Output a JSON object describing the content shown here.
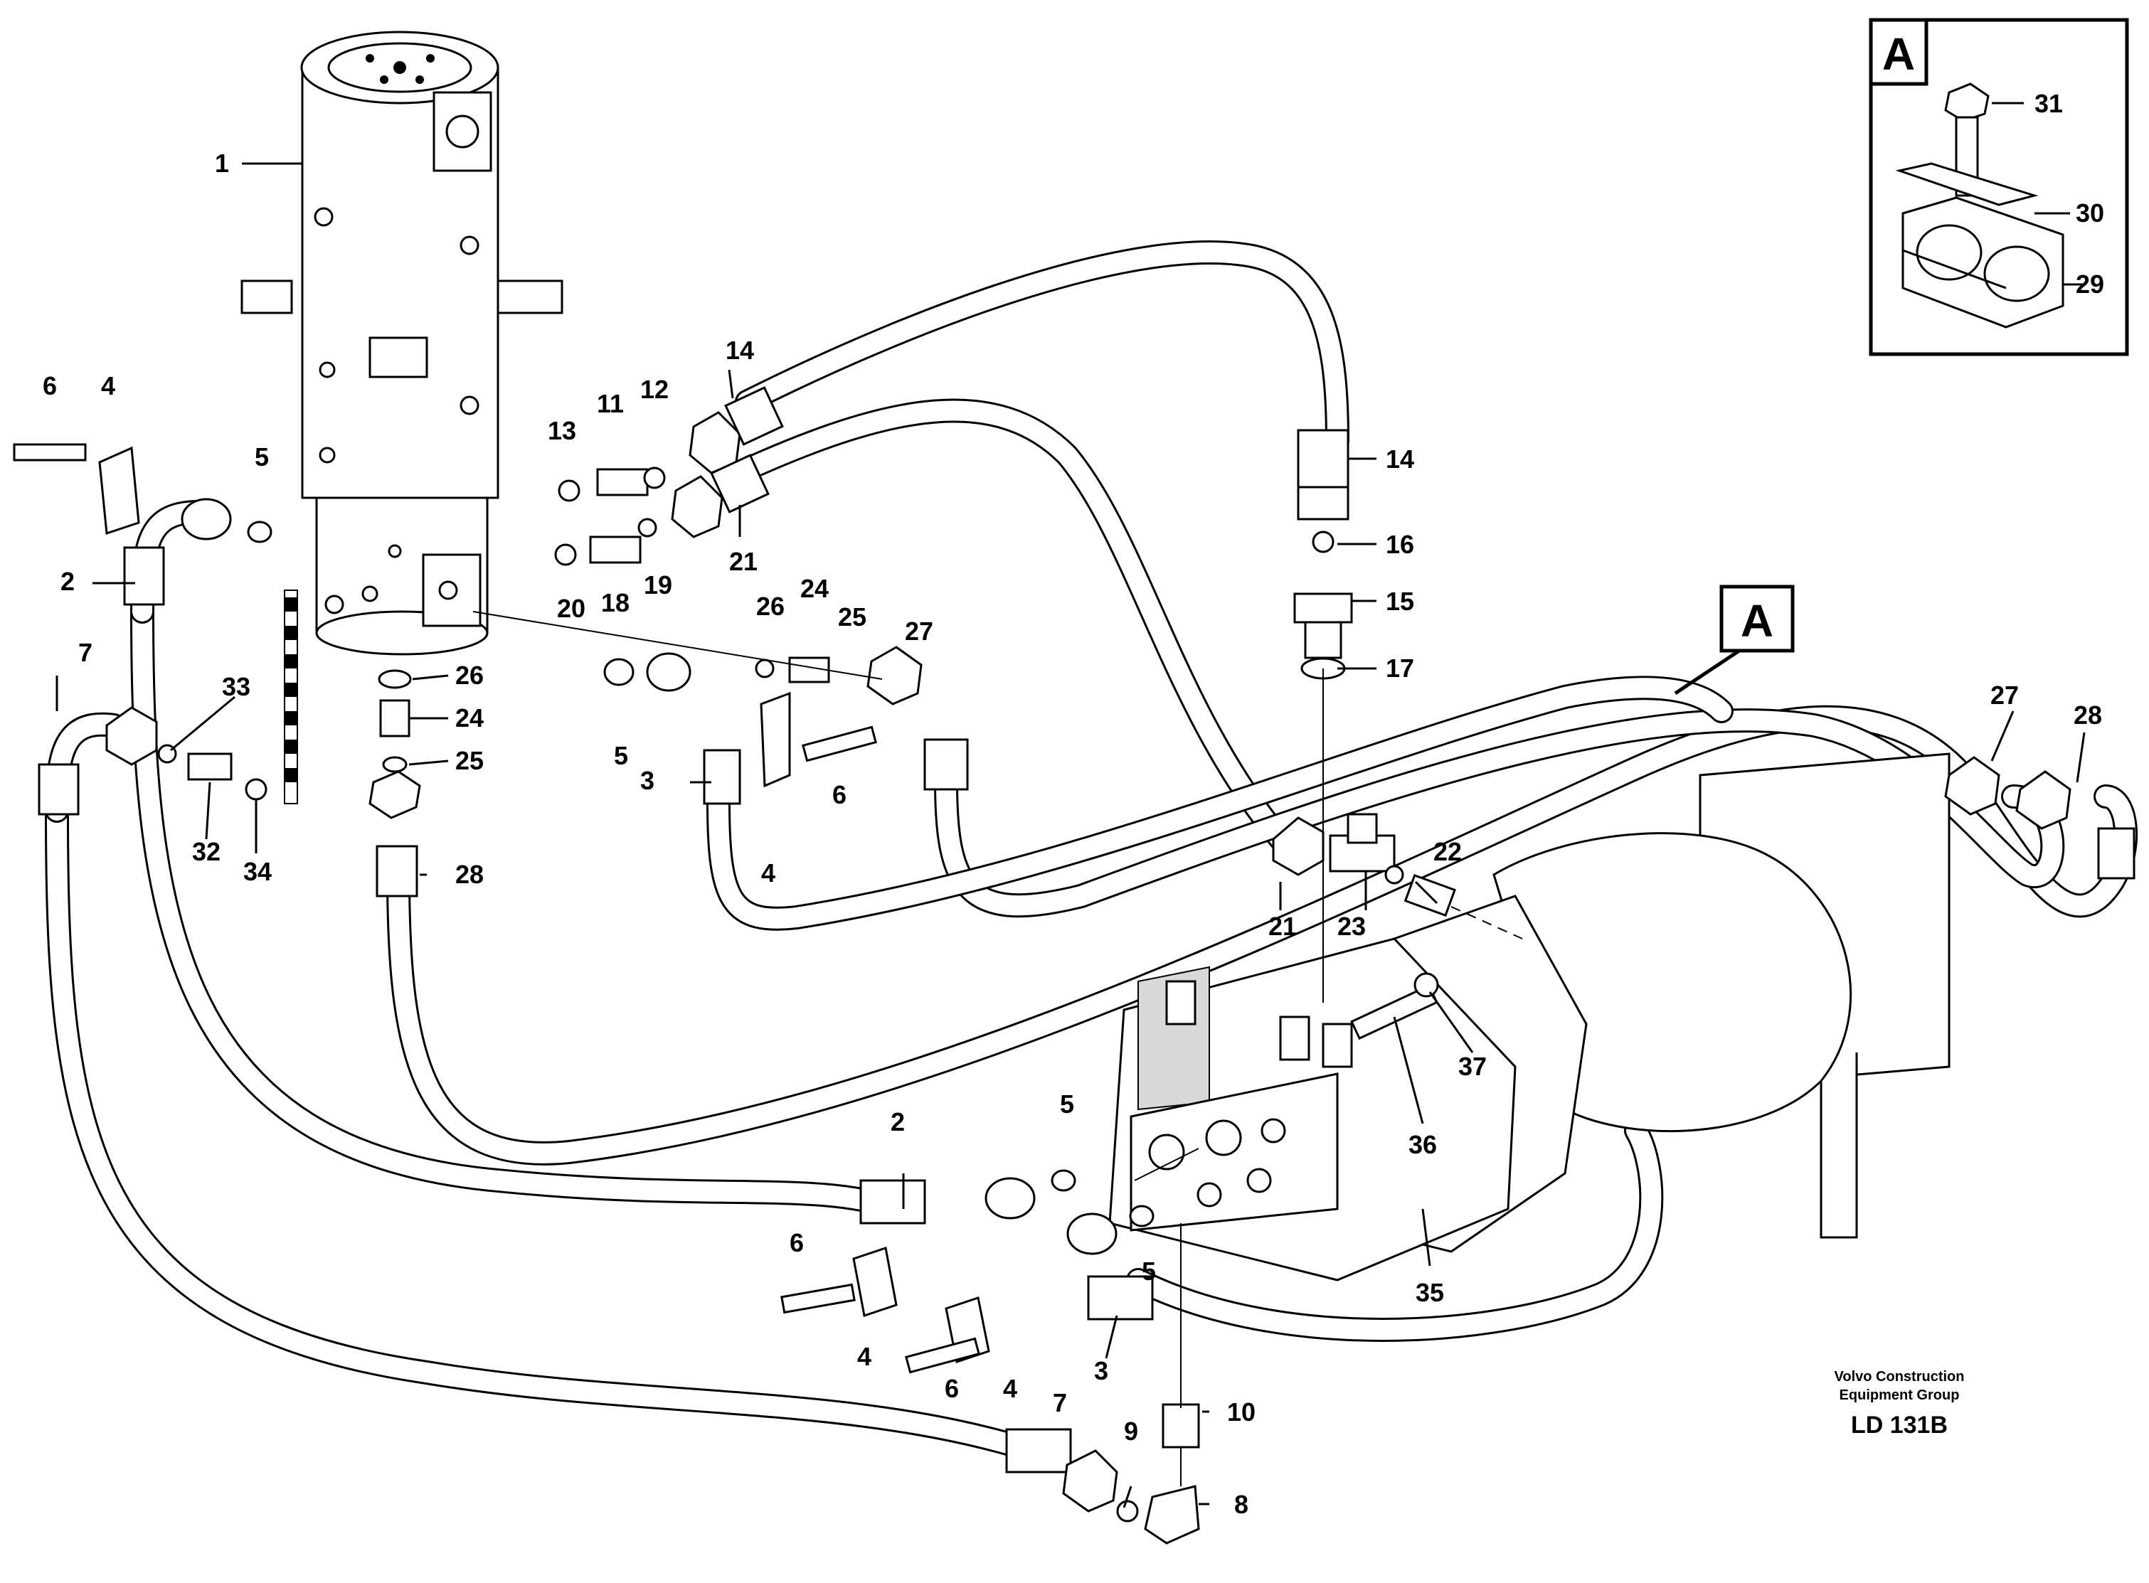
{
  "callouts": [
    {
      "label": "1"
    },
    {
      "label": "2"
    },
    {
      "label": "3"
    },
    {
      "label": "4"
    },
    {
      "label": "5"
    },
    {
      "label": "6"
    },
    {
      "label": "7"
    },
    {
      "label": "8"
    },
    {
      "label": "9"
    },
    {
      "label": "10"
    },
    {
      "label": "11"
    },
    {
      "label": "12"
    },
    {
      "label": "13"
    },
    {
      "label": "14"
    },
    {
      "label": "15"
    },
    {
      "label": "16"
    },
    {
      "label": "17"
    },
    {
      "label": "18"
    },
    {
      "label": "19"
    },
    {
      "label": "20"
    },
    {
      "label": "21"
    },
    {
      "label": "22"
    },
    {
      "label": "23"
    },
    {
      "label": "24"
    },
    {
      "label": "25"
    },
    {
      "label": "26"
    },
    {
      "label": "27"
    },
    {
      "label": "28"
    },
    {
      "label": "29"
    },
    {
      "label": "30"
    },
    {
      "label": "31"
    },
    {
      "label": "32"
    },
    {
      "label": "33"
    },
    {
      "label": "34"
    },
    {
      "label": "35"
    },
    {
      "label": "36"
    },
    {
      "label": "37"
    }
  ],
  "detail_marker": "A",
  "inset_marker": "A",
  "caption": {
    "company_line1": "Volvo Construction",
    "company_line2": "Equipment Group",
    "code": "LD 131B"
  }
}
